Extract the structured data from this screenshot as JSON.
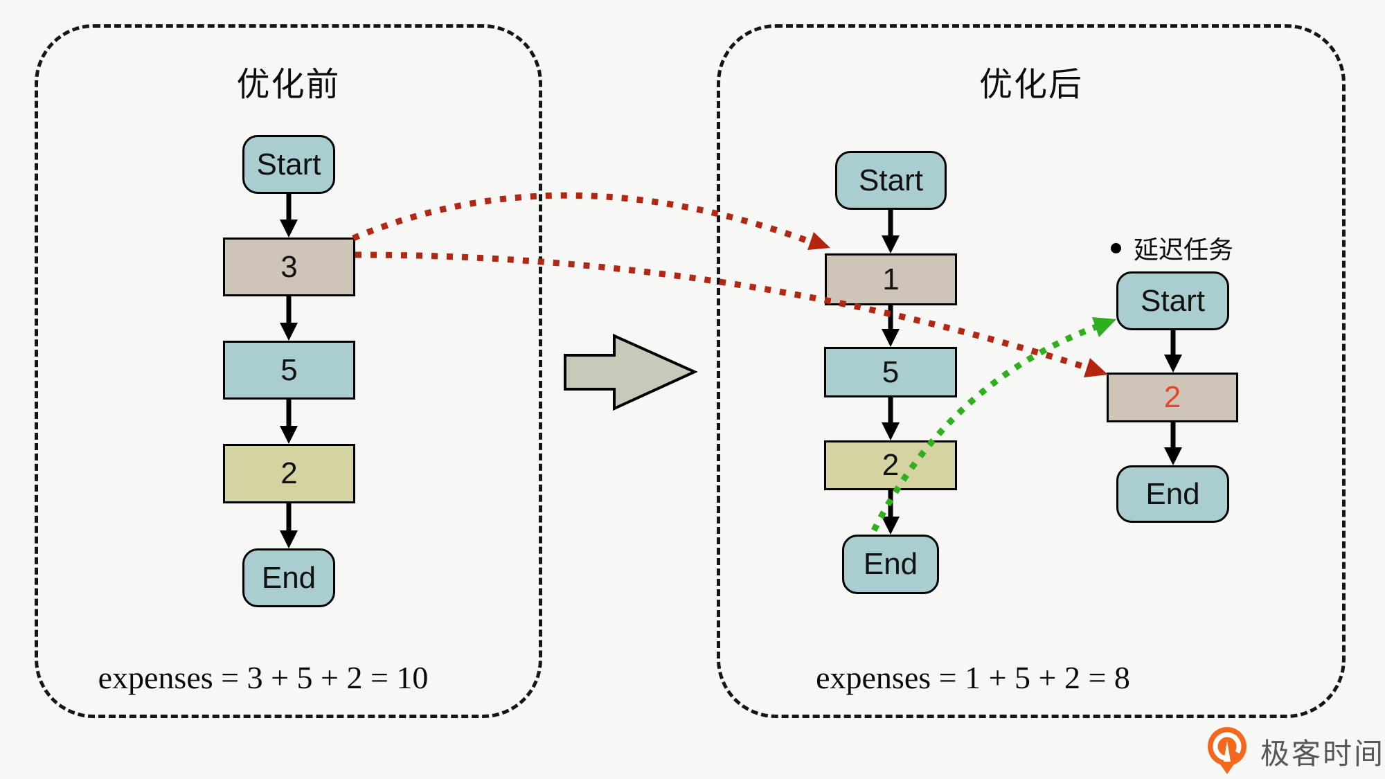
{
  "panels": {
    "before": {
      "title": "优化前",
      "nodes": [
        {
          "label": "Start"
        },
        {
          "label": "3"
        },
        {
          "label": "5"
        },
        {
          "label": "2"
        },
        {
          "label": "End"
        }
      ],
      "expenses": "expenses = 3 + 5 + 2 = 10"
    },
    "after": {
      "title": "优化后",
      "main_nodes": [
        {
          "label": "Start"
        },
        {
          "label": "1"
        },
        {
          "label": "5"
        },
        {
          "label": "2"
        },
        {
          "label": "End"
        }
      ],
      "delayed": {
        "label": "延迟任务",
        "nodes": [
          {
            "label": "Start"
          },
          {
            "label": "2"
          },
          {
            "label": "End"
          }
        ]
      },
      "expenses": "expenses = 1 + 5 + 2 = 8"
    }
  },
  "logo": {
    "text": "极客时间"
  },
  "colors": {
    "background": "#f7f7f5",
    "node_teal": "#a9cdd1",
    "node_tan": "#cfc4b8",
    "node_olive": "#d5d3a2",
    "red_dotted": "#b22713",
    "green_dotted": "#2fae1e",
    "red_number": "#e8432b",
    "block_arrow_gray": "#c9c9b9",
    "logo_orange": "#f4671d",
    "logo_text_gray": "#54575c"
  }
}
